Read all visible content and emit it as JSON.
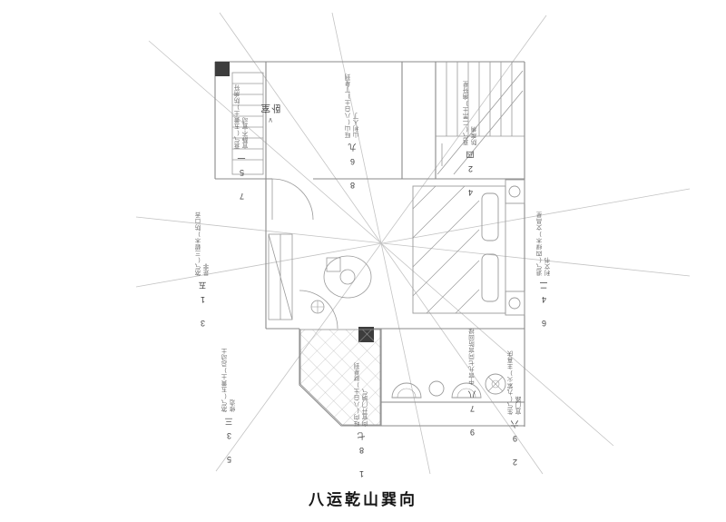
{
  "title": "八运乾山巽向",
  "bedroom": {
    "label": "卧室",
    "arrow": "∨"
  },
  "palaces": {
    "west": {
      "stars": "7 5",
      "period": "一",
      "note": "衰气(五黄土)防病符宜静不宜动"
    },
    "northwest": {
      "stars": "8 6",
      "period": "九",
      "note": "旺山(八白土)丁星到山利人丁"
    },
    "north": {
      "stars": "4 2",
      "period": "四",
      "note": "衰气(二黑土)病符星防疾病"
    },
    "northeast": {
      "stars": "6 4",
      "period": "二",
      "note": "退气(四绿木)文昌星利文书"
    },
    "southwest": {
      "stars": "3 1",
      "period": "五",
      "note": "煞气(三碧木)防口舌是非"
    },
    "south": {
      "stars": "5 3",
      "period": "三",
      "note": "煞气(五黄土)忌动土修造"
    },
    "southeast": {
      "stars": "1 8",
      "period": "七",
      "note": "旺向(八白土)财星到向宜开门纳气"
    },
    "center": {
      "stars": "9 7",
      "period": "八",
      "note": "中宫九七同宫防回禄"
    },
    "east": {
      "stars": "2 9",
      "period": "六",
      "note": "生气(九紫火)主喜庆宜门路"
    }
  }
}
